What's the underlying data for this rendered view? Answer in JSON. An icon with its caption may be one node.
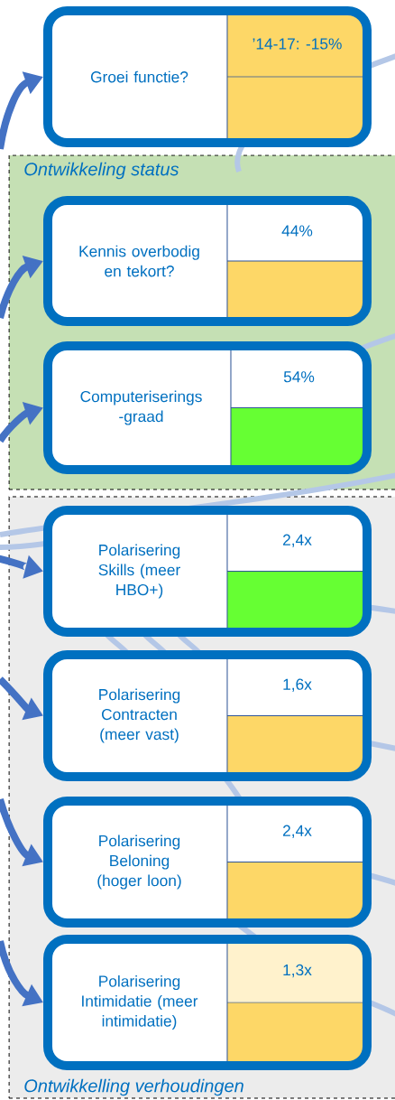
{
  "diagram": {
    "nodes": [
      {
        "text": [
          "Ontwikkeling status"
        ]
      },
      {
        "text": [
          "Ontwikkelling verhoudingen"
        ]
      },
      {
        "text": [
          "Groei functie?",
          "’14-17: -15%"
        ]
      },
      {
        "text": [
          "Kennis overbodig en tekort?",
          "44%"
        ],
        "in": 0
      },
      {
        "text": [
          "Computeriserings -graad",
          "54%"
        ],
        "in": 0
      },
      {
        "text": [
          "Polarisering Skills (meer HBO+)",
          "2,4x"
        ],
        "in": 1
      },
      {
        "text": [
          "Polarisering Contracten (meer vast)",
          "1,6x"
        ],
        "in": 1
      },
      {
        "text": [
          "Polarisering Beloning (hoger loon)",
          "2,4x"
        ],
        "in": 1
      },
      {
        "text": [
          "Polarisering Intimidatie (meer intimidatie)",
          "1,3x"
        ],
        "in": 1
      }
    ],
    "edges": [
      {
        "from": null,
        "to": 2,
        "arrow": "to"
      },
      {
        "from": null,
        "to": 3,
        "arrow": "to"
      },
      {
        "from": null,
        "to": 4,
        "arrow": "to"
      },
      {
        "from": null,
        "to": 5,
        "arrow": "to"
      },
      {
        "from": null,
        "to": 6,
        "arrow": "to"
      },
      {
        "from": null,
        "to": 7,
        "arrow": "to"
      },
      {
        "from": null,
        "to": 8,
        "arrow": "to"
      }
    ]
  }
}
